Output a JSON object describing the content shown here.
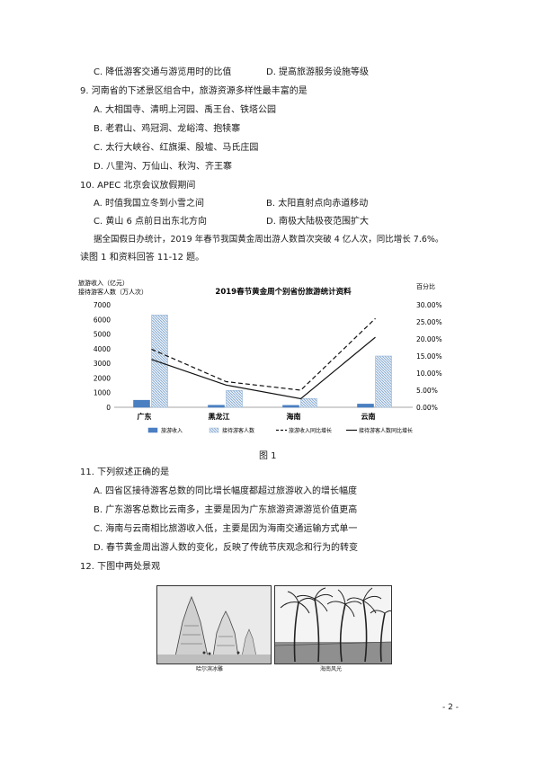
{
  "q8_options": {
    "c": "C. 降低游客交通与游览用时的比值",
    "d": "D. 提高旅游服务设施等级"
  },
  "q9": {
    "stem": "9. 河南省的下述景区组合中，旅游资源多样性最丰富的是",
    "a": "A. 大相国寺、清明上河园、禹王台、铁塔公园",
    "b": "B. 老君山、鸡冠洞、龙峪湾、抱犊寨",
    "c": "C. 太行大峡谷、红旗渠、殷墟、马氏庄园",
    "d": "D. 八里沟、万仙山、秋沟、齐王寨"
  },
  "q10": {
    "stem": "10. APEC 北京会议放假期间",
    "a": "A. 时值我国立冬到小雪之间",
    "b": "B. 太阳直射点向赤道移动",
    "c": "C. 黄山 6 点前日出东北方向",
    "d": "D. 南极大陆极夜范围扩大"
  },
  "intro": {
    "line1": "据全国假日办统计，2019 年春节我国黄金周出游人数首次突破 4 亿人次，同比增长 7.6%。",
    "line2": "读图 1 和资料回答 11-12 题。"
  },
  "chart_data": {
    "type": "bar",
    "title": "2019春节黄金周个别省份旅游统计资料",
    "ylabel_left_line1": "旅游收入（亿元）",
    "ylabel_left_line2": "接待游客人数（万人次）",
    "ylabel_right": "百分比",
    "categories": [
      "广东",
      "黑龙江",
      "海南",
      "云南"
    ],
    "y_left_ticks": [
      "0",
      "1000",
      "2000",
      "3000",
      "4000",
      "5000",
      "6000",
      "7000"
    ],
    "y_left_lim": [
      0,
      7000
    ],
    "y_right_ticks": [
      "0.00%",
      "5.00%",
      "10.00%",
      "15.00%",
      "20.00%",
      "25.00%",
      "30.00%"
    ],
    "y_right_lim": [
      0,
      30
    ],
    "series": [
      {
        "name": "旅游收入",
        "kind": "bar",
        "values": [
          480,
          140,
          130,
          220
        ],
        "color": "#4a7fc1"
      },
      {
        "name": "接待游客人数",
        "kind": "bar",
        "values": [
          6300,
          1150,
          600,
          3500
        ],
        "color": "#9ab8d8"
      },
      {
        "name": "旅游收入同比增长",
        "kind": "line",
        "dash": true,
        "values": [
          17,
          7.5,
          5,
          26
        ],
        "color": "#111111"
      },
      {
        "name": "接待游客人数同比增长",
        "kind": "line",
        "dash": false,
        "values": [
          14,
          6.5,
          2.5,
          20.5
        ],
        "color": "#111111"
      }
    ],
    "legend_position": "bottom"
  },
  "figure_label": "图 1",
  "q11": {
    "stem": "11. 下列叙述正确的是",
    "a": "A. 四省区接待游客总数的同比增长幅度都超过旅游收入的增长幅度",
    "b": "B. 广东游客总数比云南多，主要是因为广东旅游资源游览价值更高",
    "c": "C. 海南与云南相比旅游收入低，主要是因为海南交通运输方式单一",
    "d": "D. 春节黄金周出游人数的变化，反映了传统节庆观念和行为的转变"
  },
  "q12": {
    "stem": "12. 下图中两处景观"
  },
  "photos": {
    "left_caption": "哈尔滨冰雕",
    "right_caption": "海南风光"
  },
  "page_number": "- 2 -"
}
